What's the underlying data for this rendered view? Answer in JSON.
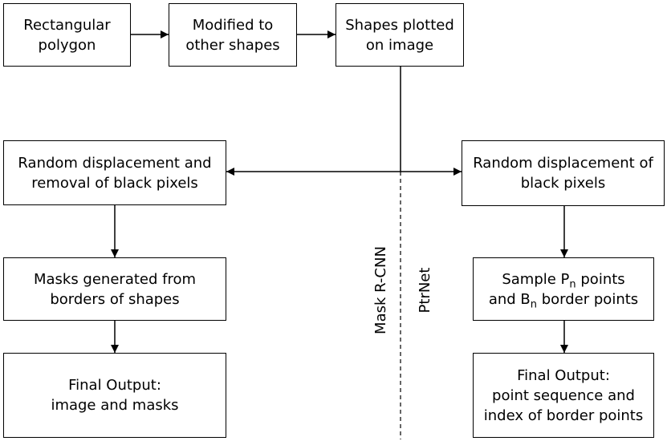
{
  "boxes": {
    "rect_polygon": {
      "line1": "Rectangular",
      "line2": "polygon"
    },
    "modified": {
      "line1": "Modified to",
      "line2": "other shapes"
    },
    "plotted": {
      "line1": "Shapes plotted",
      "line2": "on image"
    },
    "left_displacement": {
      "line1": "Random displacement and",
      "line2": "removal of black pixels"
    },
    "right_displacement": {
      "line1": "Random displacement of",
      "line2": "black pixels"
    },
    "masks": {
      "line1": "Masks generated from",
      "line2": "borders of shapes"
    },
    "sample": {
      "line1_pre": "Sample P",
      "line1_sub": "n",
      "line1_post": " points",
      "line2_pre": "and B",
      "line2_sub": "n",
      "line2_post": " border points"
    },
    "left_final": {
      "line1": "Final Output:",
      "line2": "image and masks"
    },
    "right_final": {
      "line1": "Final Output:",
      "line2": "point sequence and",
      "line3": "index of border points"
    }
  },
  "labels": {
    "left_branch": "Mask R-CNN",
    "right_branch": "PtrNet"
  }
}
